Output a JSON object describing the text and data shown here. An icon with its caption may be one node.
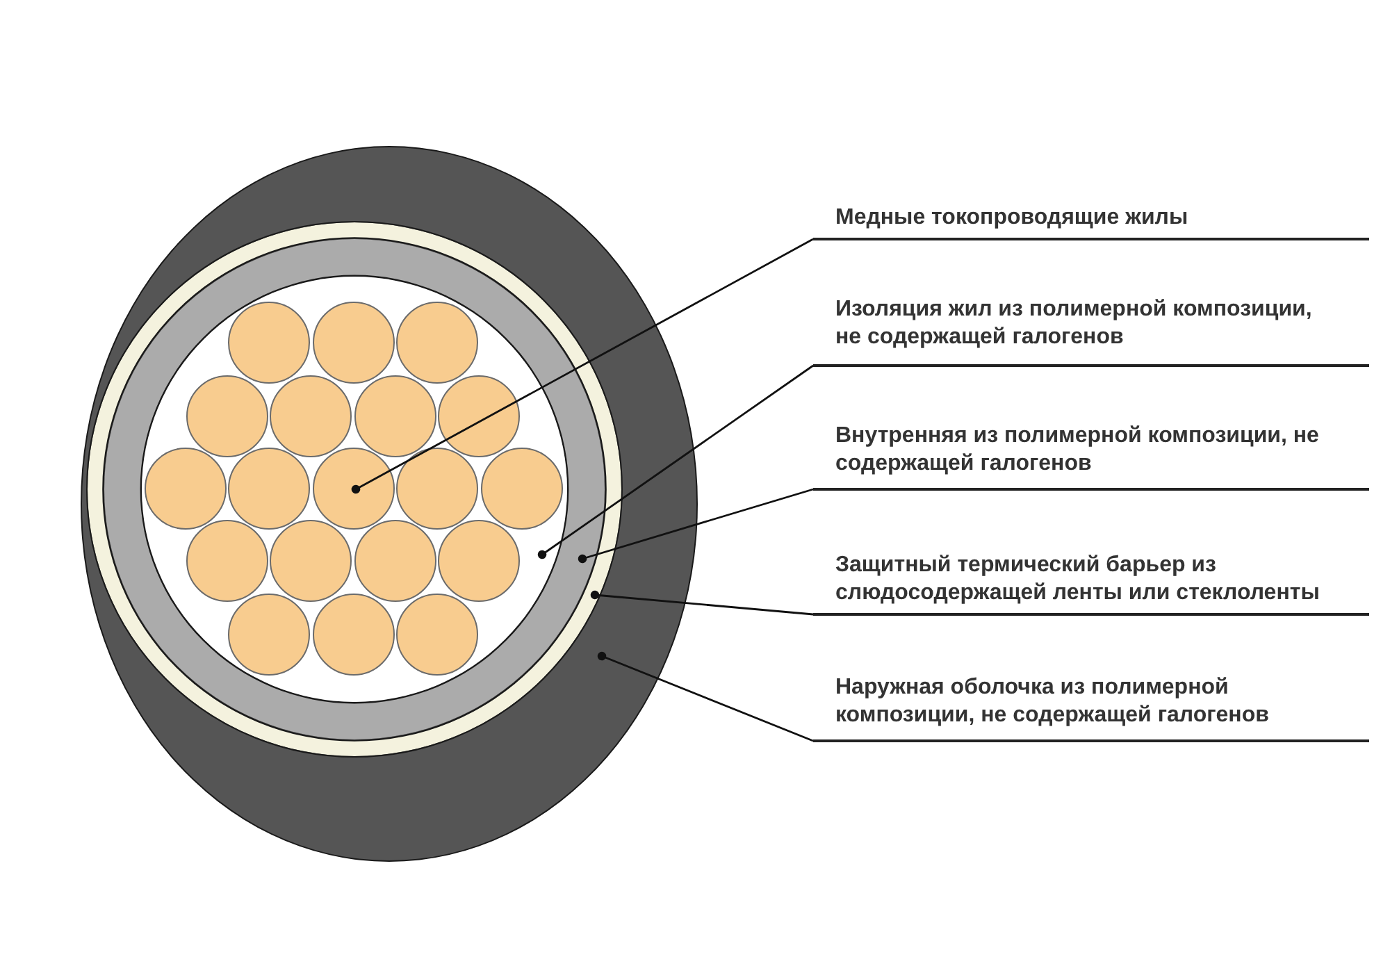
{
  "diagram": {
    "nodes": [
      {
        "text": [],
        "shape": "ring"
      },
      {
        "text": [],
        "shape": "ring",
        "in": 0
      },
      {
        "text": [],
        "shape": "ring",
        "in": 1
      },
      {
        "text": [],
        "shape": "circle",
        "in": 2
      },
      {
        "text": [],
        "shape": "circle",
        "in": 3
      },
      {
        "text": [],
        "shape": "circle",
        "in": 3
      },
      {
        "text": [],
        "shape": "circle",
        "in": 3
      },
      {
        "text": [],
        "shape": "circle",
        "in": 3
      },
      {
        "text": [],
        "shape": "circle",
        "in": 3
      },
      {
        "text": [],
        "shape": "circle",
        "in": 3
      },
      {
        "text": [],
        "shape": "circle",
        "in": 3
      },
      {
        "text": [],
        "shape": "circle",
        "in": 3
      },
      {
        "text": [],
        "shape": "circle",
        "in": 3
      },
      {
        "text": [],
        "shape": "circle",
        "in": 3
      },
      {
        "text": [],
        "shape": "circle",
        "in": 3
      },
      {
        "text": [],
        "shape": "circle",
        "in": 3
      },
      {
        "text": [],
        "shape": "circle",
        "in": 3
      },
      {
        "text": [],
        "shape": "circle",
        "in": 3
      },
      {
        "text": [],
        "shape": "circle",
        "in": 3
      },
      {
        "text": [],
        "shape": "circle",
        "in": 3
      },
      {
        "text": [],
        "shape": "circle",
        "in": 3
      },
      {
        "text": [],
        "shape": "circle",
        "in": 3
      },
      {
        "text": [],
        "shape": "circle",
        "in": 3
      },
      {
        "text": [
          "Медные токопроводящие жилы"
        ]
      },
      {
        "text": [
          "Изоляция жил из полимерной композиции, не содержащей галогенов"
        ]
      },
      {
        "text": [
          "Внутренняя из полимерной композиции, не содержащей галогенов"
        ]
      },
      {
        "text": [
          "Защитный термический барьер из слюдосодержащей ленты или стеклоленты"
        ]
      },
      {
        "text": [
          "Наружная оболочка из полимерной композиции, не содержащей галогенов"
        ]
      }
    ],
    "edges": [
      {
        "from": 23,
        "to": 13,
        "arrow": "other"
      },
      {
        "from": 24,
        "to": 3,
        "arrow": "other"
      },
      {
        "from": 25,
        "to": 2,
        "arrow": "other"
      },
      {
        "from": 26,
        "to": 1,
        "arrow": "other"
      },
      {
        "from": 27,
        "to": 0,
        "arrow": "other"
      }
    ]
  }
}
